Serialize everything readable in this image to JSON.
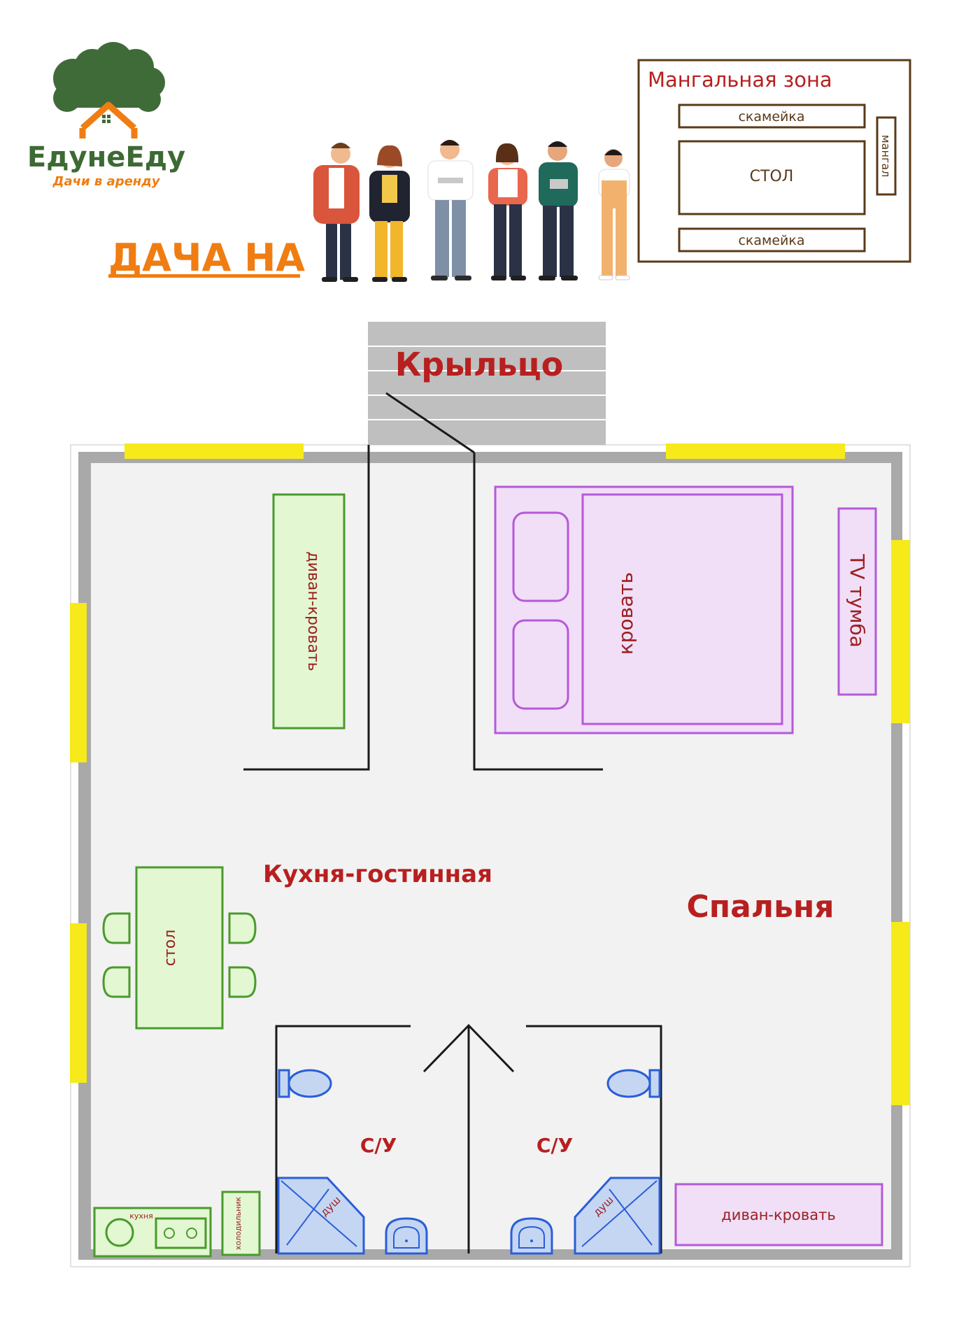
{
  "brand": {
    "name": "ЕдунеЕду",
    "tagline": "Дачи в аренду",
    "colors": {
      "green": "#3f6b38",
      "orange": "#f07d12"
    }
  },
  "headline": "ДАЧА НА",
  "bbq_zone": {
    "title": "Мангальная зона",
    "bench_top": "скамейка",
    "table": "СТОЛ",
    "grill": "мангал",
    "bench_bottom": "скамейка"
  },
  "rooms": {
    "porch": "Крыльцо",
    "living_kitchen": "Кухня-гостинная",
    "bedroom": "Спальня",
    "bathroom_left": "С/У",
    "bathroom_right": "С/У"
  },
  "furniture": {
    "sofa_bed_left": "диван-кровать",
    "bed": "кровать",
    "tv_stand": "TV тумба",
    "dining_table": "стол",
    "kitchen": "кухня",
    "fridge": "холодильник",
    "shower_left": "душ",
    "shower_right": "душ",
    "sofa_bed_right": "диван-кровать"
  },
  "colors": {
    "wall": "#a9a9a9",
    "floor": "#f2f2f2",
    "window": "#f6ea1a",
    "room_label": "#b81f1f",
    "green_furniture_fill": "#e2f7d2",
    "green_furniture_stroke": "#4a9a2c",
    "purple_furniture_fill": "#f1def7",
    "purple_furniture_stroke": "#b45ad8",
    "blue_fixture_fill": "#c5d6f3",
    "blue_fixture_stroke": "#2a5ed8",
    "bbq_outline": "#5a3a18"
  }
}
